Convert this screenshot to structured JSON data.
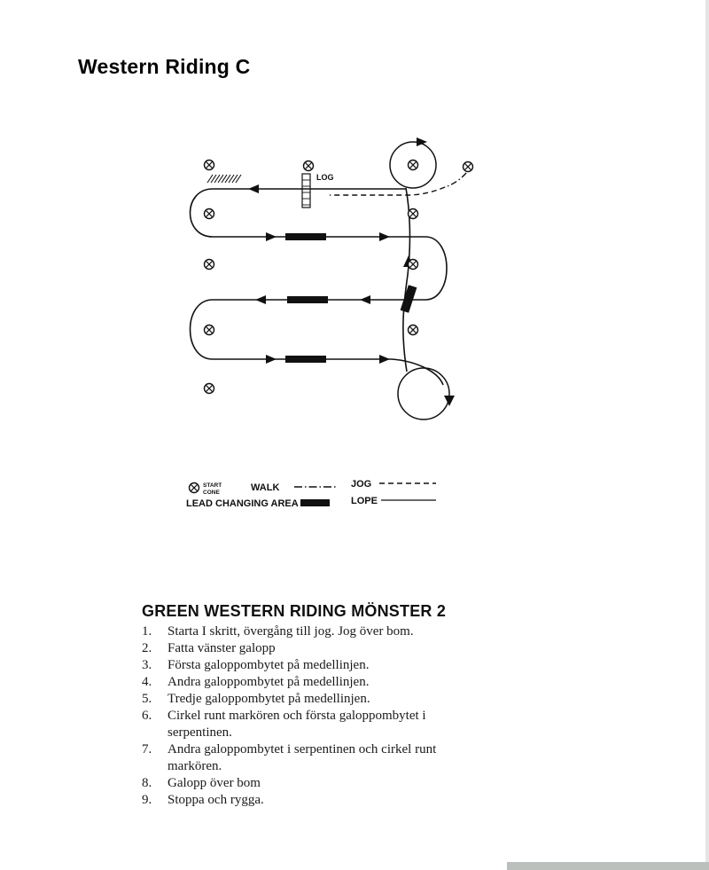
{
  "page": {
    "title": "Western Riding C"
  },
  "diagram": {
    "log_label": "LOG",
    "legend": {
      "start_line1": "START",
      "start_line2": "CONE",
      "walk": "WALK",
      "jog": "JOG",
      "lead_changing_area": "LEAD CHANGING AREA",
      "lope": "LOPE"
    },
    "line_color": "#111111"
  },
  "pattern": {
    "heading": "GREEN WESTERN RIDING MÖNSTER 2",
    "steps": [
      {
        "num": "1.",
        "text": "Starta I skritt, övergång till jog. Jog över bom."
      },
      {
        "num": "2.",
        "text": "Fatta vänster galopp"
      },
      {
        "num": "3.",
        "text": "Första galoppombytet på medellinjen."
      },
      {
        "num": "4.",
        "text": "Andra galoppombytet på medellinjen."
      },
      {
        "num": "5.",
        "text": "Tredje galoppombytet på medellinjen."
      },
      {
        "num": "6.",
        "text": "Cirkel runt markören och första galoppombytet i serpentinen."
      },
      {
        "num": "7.",
        "text": "Andra galoppombytet i serpentinen och cirkel runt markören."
      },
      {
        "num": "8.",
        "text": "Galopp över bom"
      },
      {
        "num": "9.",
        "text": "Stoppa och rygga."
      }
    ]
  }
}
